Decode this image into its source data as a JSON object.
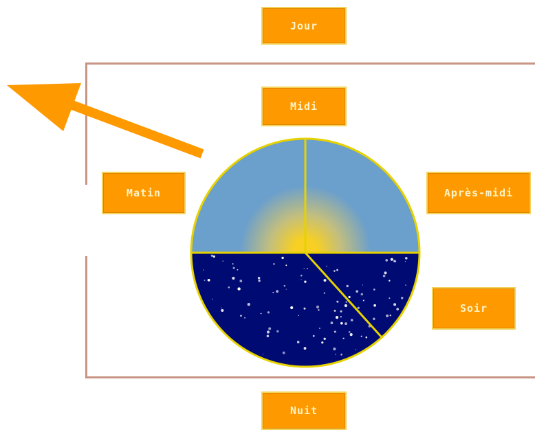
{
  "labels": {
    "jour": "Jour",
    "midi": "Midi",
    "matin": "Matin",
    "apres_midi": "Après-midi",
    "soir": "Soir",
    "nuit": "Nuit"
  },
  "colors": {
    "label_fill": "#ff9900",
    "label_border": "#f3d35a",
    "label_text": "#fff4c8",
    "day_sky": "#6b9fcc",
    "night_sky": "#000a73",
    "sun_glow": "#ffd21a",
    "divider": "#e6d200",
    "bracket": "#c89484",
    "arrow": "#ff9900"
  },
  "icons": {
    "arrow": "orange-arrow-pointing-up-left",
    "clock": "day-night-circle"
  }
}
